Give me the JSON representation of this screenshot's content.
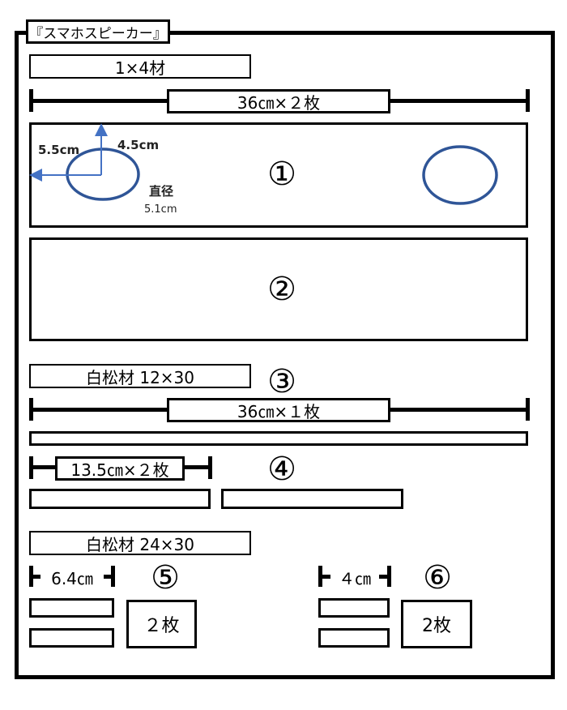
{
  "title": "『スマホスピーカー』",
  "section1": {
    "material": "1×4材",
    "dimension": "36㎝×２枚",
    "board1_number": "①",
    "board2_number": "②",
    "hole_from_edge": "5.5cm",
    "hole_from_top": "4.5cm",
    "diameter_label": "直径",
    "diameter_value": "5.1cm"
  },
  "section2": {
    "material": "白松材  12×30",
    "number3": "③",
    "dimension3": "36㎝×１枚",
    "dimension4": "13.5㎝×２枚",
    "number4": "④"
  },
  "section3": {
    "material": "白松材  24×30",
    "dim5": "6.4㎝",
    "number5": "⑤",
    "count5": "２枚",
    "dim6": "４㎝",
    "number6": "⑥",
    "count6": "2枚"
  },
  "colors": {
    "ellipse": "#2f5597",
    "arrow": "#4472c4",
    "line": "#000000"
  }
}
